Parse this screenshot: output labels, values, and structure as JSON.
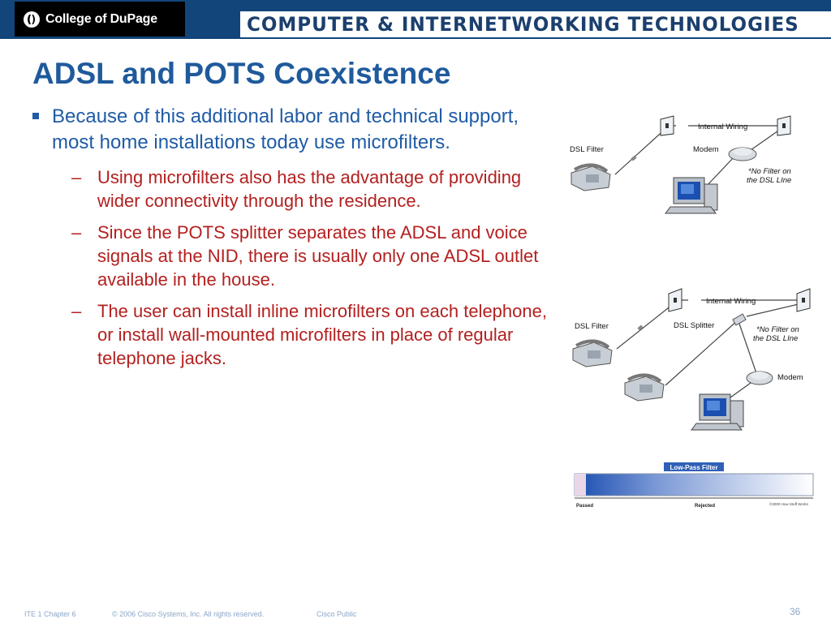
{
  "header": {
    "logo_text": "College of DuPage",
    "banner_text": "COMPUTER & INTERNETWORKING TECHNOLOGIES"
  },
  "slide": {
    "title": "ADSL and POTS Coexistence",
    "bullet": "Because of this additional labor and technical support, most home installations today use microfilters.",
    "sub_bullets": [
      "Using microfilters also has the advantage of providing wider connectivity through the residence.",
      "Since the POTS splitter separates the ADSL and voice signals at the NID, there is usually only one ADSL outlet available in the house.",
      "The user can install inline microfilters on each telephone, or install wall-mounted microfilters in place of regular telephone jacks."
    ],
    "dash": "–"
  },
  "figures": {
    "fig1": {
      "internal_wiring": "Internal Wiring",
      "dsl_filter": "DSL Filter",
      "modem": "Modem",
      "no_filter_1": "*No Filter on",
      "no_filter_2": "the DSL LIne"
    },
    "fig2": {
      "internal_wiring": "Internal Wiring",
      "dsl_filter": "DSL Filter",
      "dsl_splitter": "DSL Splitter",
      "no_filter_1": "*No Filter on",
      "no_filter_2": "the DSL LIne",
      "modem": "Modem"
    },
    "fig3": {
      "low_pass_filter": "Low-Pass Filter",
      "passed": "Passed",
      "rejected": "Rejected",
      "copyright": "©2000 How Stuff Works"
    }
  },
  "footer": {
    "chapter": "ITE 1 Chapter 6",
    "copyright": "© 2006 Cisco Systems, Inc. All rights reserved.",
    "classification": "Cisco Public",
    "page": "36"
  },
  "colors": {
    "header_bg": "#12457a",
    "title": "#1f5a9c",
    "bullet": "#1f5ba6",
    "sub_bullet": "#b3201f"
  }
}
